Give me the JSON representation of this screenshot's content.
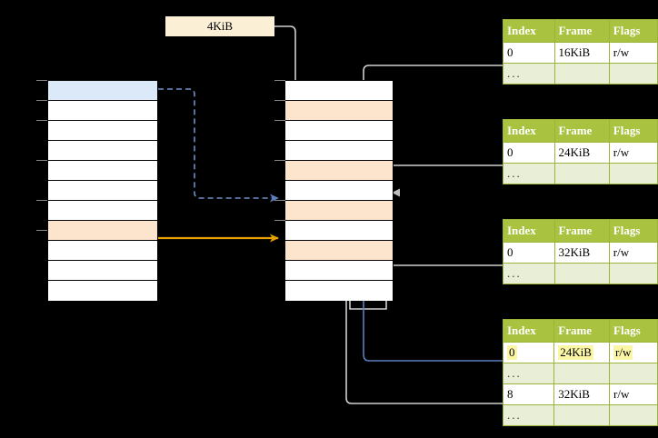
{
  "diagram": {
    "title_box": {
      "label": "4KiB"
    },
    "left_column": {
      "name": "virtual-address-space",
      "rows": [
        {
          "fill": "blue"
        },
        {
          "fill": "white"
        },
        {
          "fill": "white"
        },
        {
          "fill": "white"
        },
        {
          "fill": "white"
        },
        {
          "fill": "white"
        },
        {
          "fill": "white"
        },
        {
          "fill": "peach"
        },
        {
          "fill": "white"
        },
        {
          "fill": "white"
        },
        {
          "fill": "white"
        }
      ]
    },
    "middle_column": {
      "name": "physical-memory",
      "rows": [
        {
          "fill": "white"
        },
        {
          "fill": "peach"
        },
        {
          "fill": "white"
        },
        {
          "fill": "white"
        },
        {
          "fill": "peach"
        },
        {
          "fill": "white"
        },
        {
          "fill": "peach"
        },
        {
          "fill": "white"
        },
        {
          "fill": "peach"
        },
        {
          "fill": "white"
        },
        {
          "fill": "white"
        }
      ]
    },
    "tables": [
      {
        "id": "page-table-1",
        "headers": [
          "Index",
          "Frame",
          "Flags"
        ],
        "rows": [
          {
            "cells": [
              "0",
              "16KiB",
              "r/w"
            ],
            "style": "normal"
          },
          {
            "cells": [
              "...",
              "",
              ""
            ],
            "style": "ellipsis"
          }
        ]
      },
      {
        "id": "page-table-2",
        "headers": [
          "Index",
          "Frame",
          "Flags"
        ],
        "rows": [
          {
            "cells": [
              "0",
              "24KiB",
              "r/w"
            ],
            "style": "normal"
          },
          {
            "cells": [
              "...",
              "",
              ""
            ],
            "style": "ellipsis"
          }
        ]
      },
      {
        "id": "page-table-3",
        "headers": [
          "Index",
          "Frame",
          "Flags"
        ],
        "rows": [
          {
            "cells": [
              "0",
              "32KiB",
              "r/w"
            ],
            "style": "normal"
          },
          {
            "cells": [
              "...",
              "",
              ""
            ],
            "style": "ellipsis"
          }
        ]
      },
      {
        "id": "page-table-4",
        "headers": [
          "Index",
          "Frame",
          "Flags"
        ],
        "rows": [
          {
            "cells": [
              "0",
              "24KiB",
              "r/w"
            ],
            "style": "highlight"
          },
          {
            "cells": [
              "...",
              "",
              ""
            ],
            "style": "ellipsis"
          },
          {
            "cells": [
              "8",
              "32KiB",
              "r/w"
            ],
            "style": "normal"
          },
          {
            "cells": [
              "...",
              "",
              ""
            ],
            "style": "ellipsis"
          }
        ]
      }
    ],
    "colors": {
      "header_green": "#a9c23f",
      "table_border_green": "#9ab43a",
      "ellipsis_row": "#e9efd6",
      "highlight_yellow": "#fbf5a6",
      "peach": "#fde5cd",
      "blue_cell": "#dce9f9",
      "cream_box": "#fbefd5",
      "arrow_blue": "#5b7fbd",
      "arrow_orange": "#e8a200",
      "arrow_gray": "#b8b8b8",
      "connector_gray": "#cccccc",
      "background": "#000000"
    },
    "connectors": [
      {
        "name": "kib-to-physical-row2",
        "style": "gray"
      },
      {
        "name": "table1-to-physical-row2-region",
        "style": "gray"
      },
      {
        "name": "table2-to-physical-row5",
        "style": "gray"
      },
      {
        "name": "table3-to-physical-row9",
        "style": "gray"
      },
      {
        "name": "table4-row0-to-physical-row7",
        "style": "blue"
      },
      {
        "name": "table4-row8-to-physical-row9",
        "style": "gray"
      },
      {
        "name": "virtual-row1-to-physical-row7",
        "style": "blue-dashed"
      },
      {
        "name": "virtual-row8-to-physical-row9",
        "style": "orange-solid"
      }
    ]
  }
}
